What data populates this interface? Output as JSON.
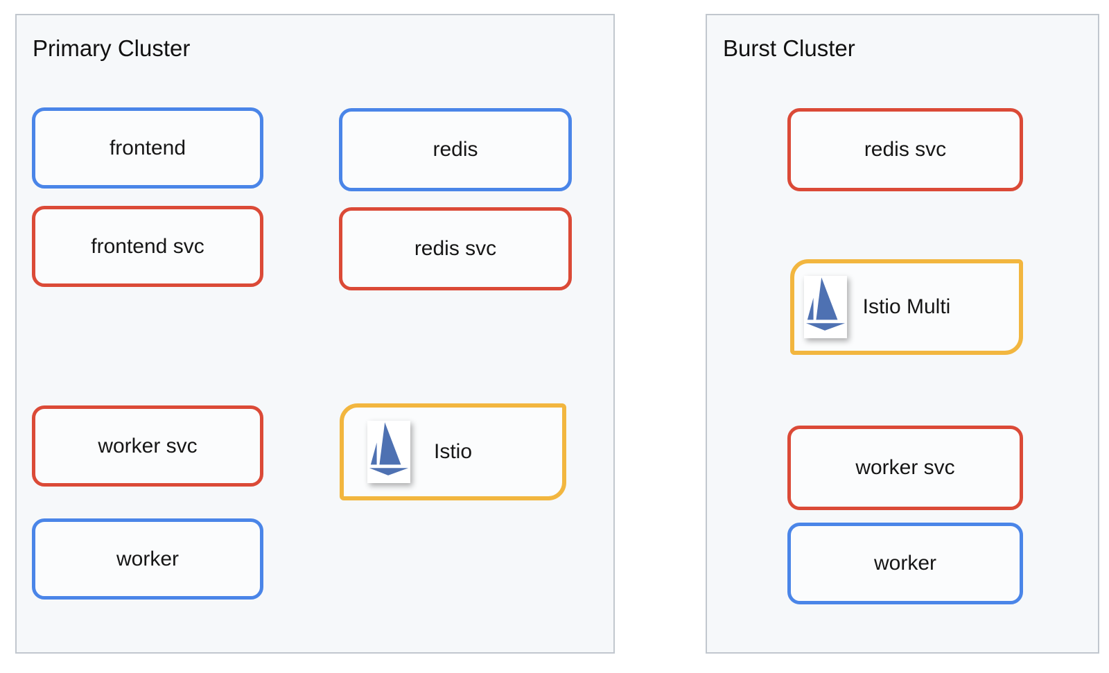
{
  "diagram": {
    "clusters": [
      {
        "title": "Primary Cluster",
        "nodes": [
          {
            "label": "frontend",
            "kind": "workload"
          },
          {
            "label": "redis",
            "kind": "workload"
          },
          {
            "label": "frontend svc",
            "kind": "service"
          },
          {
            "label": "redis svc",
            "kind": "service"
          },
          {
            "label": "worker svc",
            "kind": "service"
          },
          {
            "label": "Istio",
            "kind": "istio",
            "icon": "istio-sailboat-icon"
          },
          {
            "label": "worker",
            "kind": "workload"
          }
        ]
      },
      {
        "title": "Burst Cluster",
        "nodes": [
          {
            "label": "redis svc",
            "kind": "service"
          },
          {
            "label": "Istio Multi",
            "kind": "istio",
            "icon": "istio-sailboat-icon"
          },
          {
            "label": "worker svc",
            "kind": "service"
          },
          {
            "label": "worker",
            "kind": "workload"
          }
        ]
      }
    ]
  },
  "colors": {
    "workload_border": "#4a85e8",
    "service_border": "#db4a37",
    "istio_border": "#f2b63f",
    "istio_logo_blue": "#4e71b2",
    "panel_background": "#f6f8fa",
    "panel_border": "#c1c7ce",
    "node_background": "#fbfcfd",
    "text": "#161616",
    "page_background": "#ffffff"
  }
}
